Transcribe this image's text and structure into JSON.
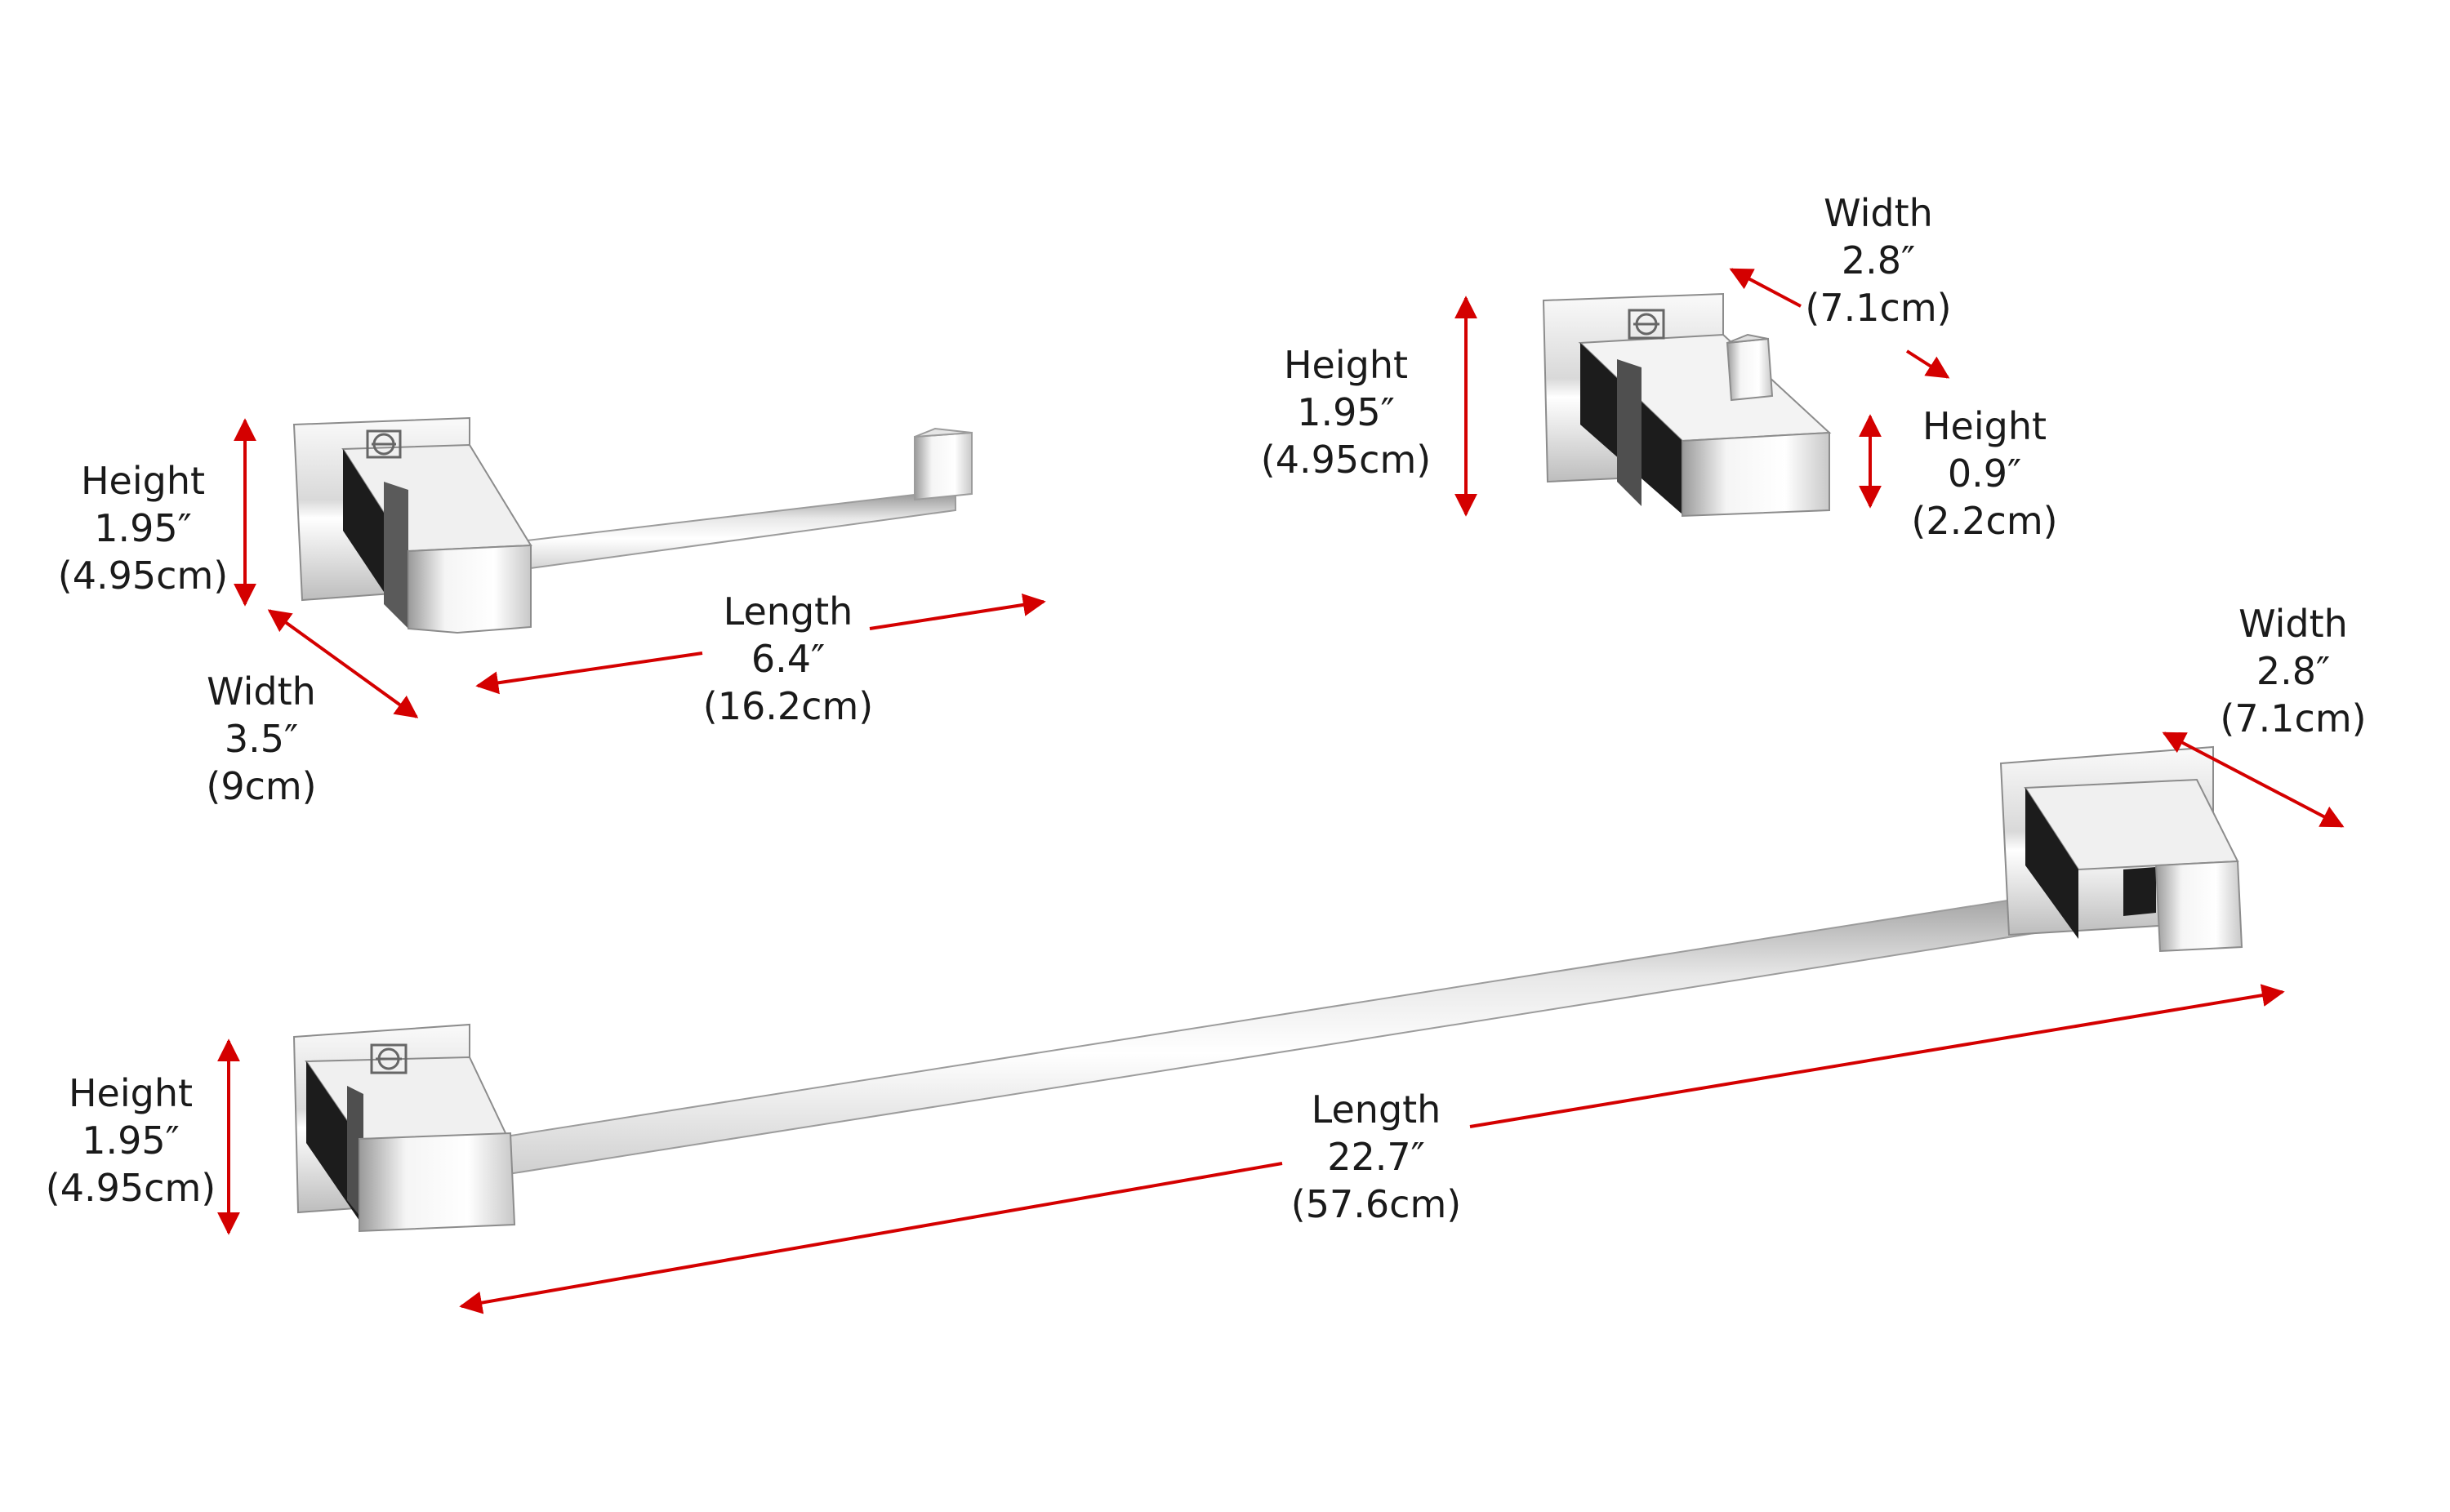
{
  "products": {
    "paper_holder": {
      "height": {
        "name": "Height",
        "inch": "1.95″",
        "cm": "(4.95cm)"
      },
      "width": {
        "name": "Width",
        "inch": "3.5″",
        "cm": "(9cm)"
      },
      "length": {
        "name": "Length",
        "inch": "6.4″",
        "cm": "(16.2cm)"
      }
    },
    "robe_hook": {
      "height": {
        "name": "Height",
        "inch": "1.95″",
        "cm": "(4.95cm)"
      },
      "width": {
        "name": "Width",
        "inch": "2.8″",
        "cm": "(7.1cm)"
      },
      "hook_height": {
        "name": "Height",
        "inch": "0.9″",
        "cm": "(2.2cm)"
      }
    },
    "towel_bar": {
      "height": {
        "name": "Height",
        "inch": "1.95″",
        "cm": "(4.95cm)"
      },
      "width": {
        "name": "Width",
        "inch": "2.8″",
        "cm": "(7.1cm)"
      },
      "length": {
        "name": "Length",
        "inch": "22.7″",
        "cm": "(57.6cm)"
      }
    }
  },
  "colors": {
    "dimension_arrow": "#d40000",
    "text": "#1a1a1a",
    "chrome_dark": "#1c1c1c",
    "chrome_light": "#f2f2f2"
  }
}
